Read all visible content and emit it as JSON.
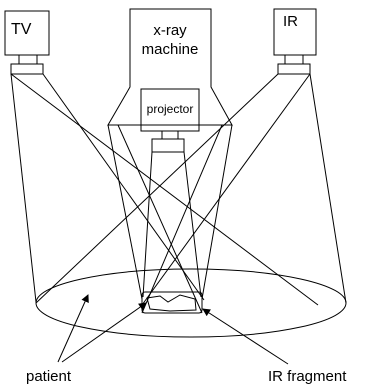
{
  "diagram": {
    "labels": {
      "tv": "TV",
      "xray_line1": "x-ray",
      "xray_line2": "machine",
      "ir": "IR",
      "projector": "projector",
      "patient": "patient",
      "ir_fragment": "IR fragment"
    },
    "colors": {
      "stroke": "#000000",
      "background": "#ffffff"
    }
  }
}
